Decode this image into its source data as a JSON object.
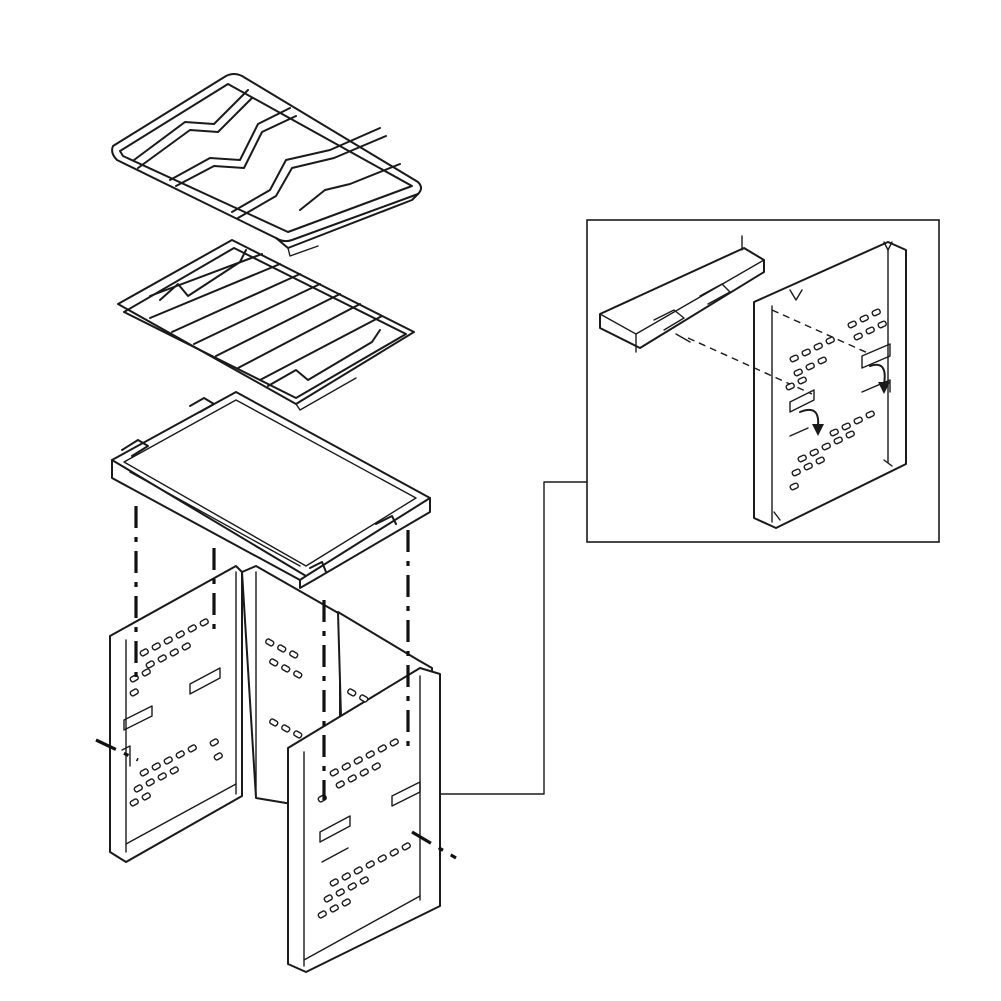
{
  "diagram": {
    "components": [
      {
        "name": "top-wire-grate"
      },
      {
        "name": "lower-wire-grate"
      },
      {
        "name": "fuel-tray"
      },
      {
        "name": "folding-side-panels"
      },
      {
        "name": "front-panel"
      }
    ],
    "detail_inset": {
      "name": "tray-to-panel-slot-detail"
    },
    "colors": {
      "line": "#1a1a1a",
      "background": "#ffffff"
    }
  }
}
